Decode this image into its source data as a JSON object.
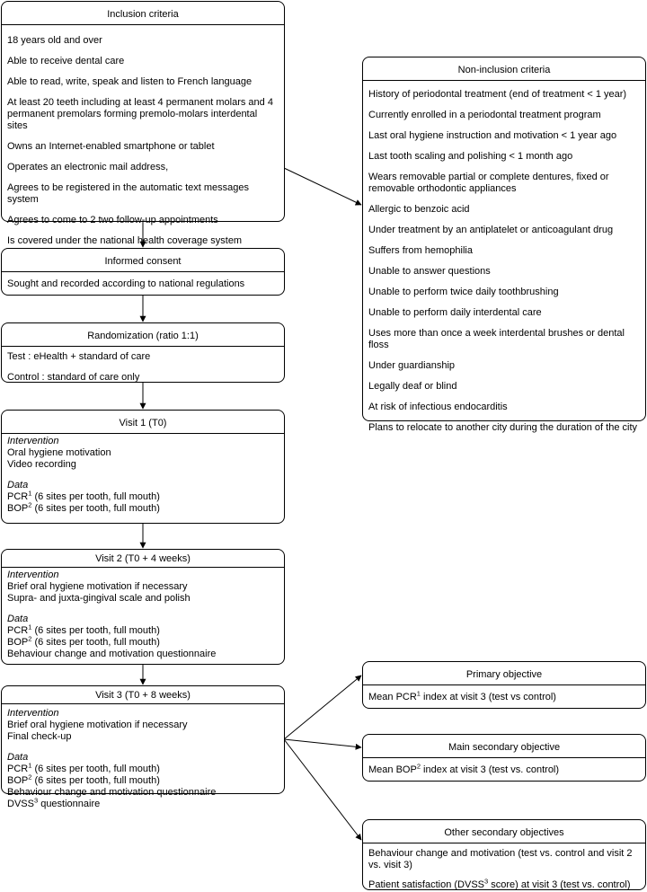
{
  "inclusion": {
    "title": "Inclusion criteria",
    "items": [
      "18 years old and over",
      "Able to receive dental care",
      "Able to read, write, speak and listen to French language",
      "At least 20 teeth including at least 4 permanent molars and 4 permanent premolars forming premolo-molars interdental sites",
      "Owns an Internet-enabled smartphone or tablet",
      "Operates an electronic mail address,",
      "Agrees to be registered in the automatic text messages system",
      "Agrees to come to 2 two follow-up appointments",
      "Is covered under the national health coverage system"
    ]
  },
  "non_inclusion": {
    "title": "Non-inclusion criteria",
    "items": [
      "History of periodontal treatment (end of treatment < 1 year)",
      "Currently enrolled in a periodontal treatment program",
      "Last oral hygiene instruction and motivation < 1 year ago",
      "Last tooth scaling and polishing < 1 month ago",
      "Wears removable partial or complete dentures, fixed or removable orthodontic appliances",
      "Allergic to benzoic acid",
      "Under treatment by an antiplatelet or anticoagulant drug",
      "Suffers from hemophilia",
      "Unable to answer questions",
      "Unable to perform twice daily toothbrushing",
      "Unable to perform daily interdental care",
      "Uses more than once a week interdental brushes or dental floss",
      "Under guardianship",
      "Legally deaf or blind",
      "At risk of infectious endocarditis",
      "Plans to relocate to another city during the duration of the city"
    ]
  },
  "consent": {
    "title": "Informed consent",
    "text": "Sought and recorded according to national regulations"
  },
  "randomization": {
    "title": "Randomization (ratio 1:1)",
    "test": "Test : eHealth + standard of care",
    "control": "Control : standard of care only"
  },
  "visit1": {
    "title": "Visit 1 (T0)",
    "intervention_label": "Intervention",
    "intervention": [
      "Oral hygiene motivation",
      "Video recording"
    ],
    "data_label": "Data",
    "pcr": "PCR",
    "pcr_sup": "1",
    "pcr_text": " (6 sites per tooth, full mouth)",
    "bop": "BOP",
    "bop_sup": "2",
    "bop_text": " (6 sites per tooth, full mouth)"
  },
  "visit2": {
    "title": "Visit 2 (T0 + 4 weeks)",
    "intervention_label": "Intervention",
    "intervention": [
      "Brief oral hygiene motivation if necessary",
      "Supra- and juxta-gingival scale and polish"
    ],
    "data_label": "Data",
    "pcr": "PCR",
    "pcr_sup": "1",
    "pcr_text": " (6 sites per tooth, full mouth)",
    "bop": "BOP",
    "bop_sup": "2",
    "bop_text": " (6 sites per tooth, full mouth)",
    "questionnaire": "Behaviour change and motivation questionnaire"
  },
  "visit3": {
    "title": "Visit 3 (T0 + 8 weeks)",
    "intervention_label": "Intervention",
    "intervention": [
      "Brief oral hygiene motivation if necessary",
      "Final check-up"
    ],
    "data_label": "Data",
    "pcr": "PCR",
    "pcr_sup": "1",
    "pcr_text": " (6 sites per tooth, full mouth)",
    "bop": "BOP",
    "bop_sup": "2",
    "bop_text": " (6 sites per tooth, full mouth)",
    "questionnaire": "Behaviour change and motivation questionnaire",
    "dvss": "DVSS",
    "dvss_sup": "3",
    "dvss_text": " questionnaire"
  },
  "primary": {
    "title": "Primary objective",
    "pre": "Mean PCR",
    "sup": "1",
    "post": " index at visit 3 (test vs control)"
  },
  "main_secondary": {
    "title": "Main secondary objective",
    "pre": "Mean BOP",
    "sup": "2",
    "post": " index at visit 3 (test vs. control)"
  },
  "other_secondary": {
    "title": "Other secondary objectives",
    "item1": "Behaviour change and motivation (test vs. control and visit 2 vs. visit 3)",
    "item2_pre": "Patient satisfaction (DVSS",
    "item2_sup": "3",
    "item2_post": " score) at visit 3 (test vs. control)"
  }
}
